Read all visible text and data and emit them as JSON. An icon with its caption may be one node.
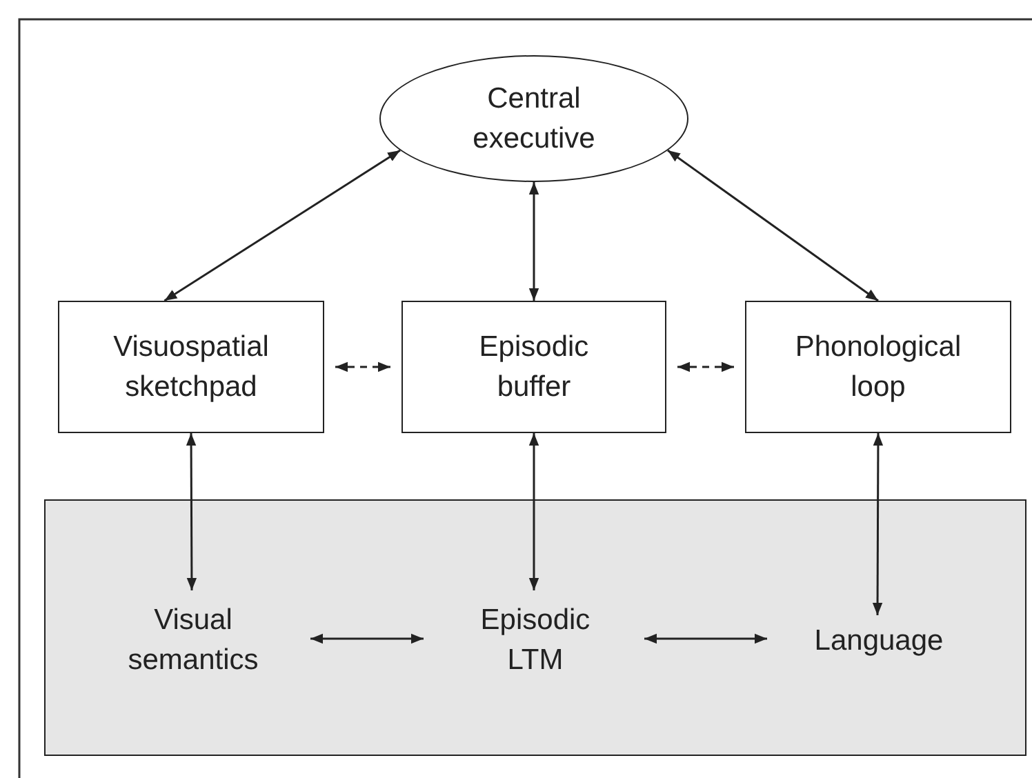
{
  "diagram": {
    "nodes": [
      {
        "text": [
          "Central executive"
        ]
      },
      {
        "text": [
          "Visuospatial sketchpad"
        ]
      },
      {
        "text": [
          "Episodic buffer"
        ]
      },
      {
        "text": [
          "Phonological loop"
        ]
      },
      {
        "text": [],
        "shape": "box"
      },
      {
        "text": [
          "Visual semantics"
        ],
        "in": 4
      },
      {
        "text": [
          "Episodic LTM"
        ],
        "in": 4
      },
      {
        "text": [
          "Language"
        ],
        "in": 4
      }
    ],
    "edges": [
      {
        "from": 0,
        "to": 1,
        "arrow": "both"
      },
      {
        "from": 0,
        "to": 2,
        "arrow": "both"
      },
      {
        "from": 0,
        "to": 3,
        "arrow": "both"
      },
      {
        "from": 1,
        "to": 2,
        "arrow": "both",
        "style": "dashed"
      },
      {
        "from": 2,
        "to": 3,
        "arrow": "both",
        "style": "dashed"
      },
      {
        "from": 1,
        "to": 5,
        "arrow": "both"
      },
      {
        "from": 2,
        "to": 6,
        "arrow": "both"
      },
      {
        "from": 3,
        "to": 7,
        "arrow": "both"
      },
      {
        "from": 5,
        "to": 6,
        "arrow": "both"
      },
      {
        "from": 6,
        "to": 7,
        "arrow": "both"
      }
    ]
  }
}
